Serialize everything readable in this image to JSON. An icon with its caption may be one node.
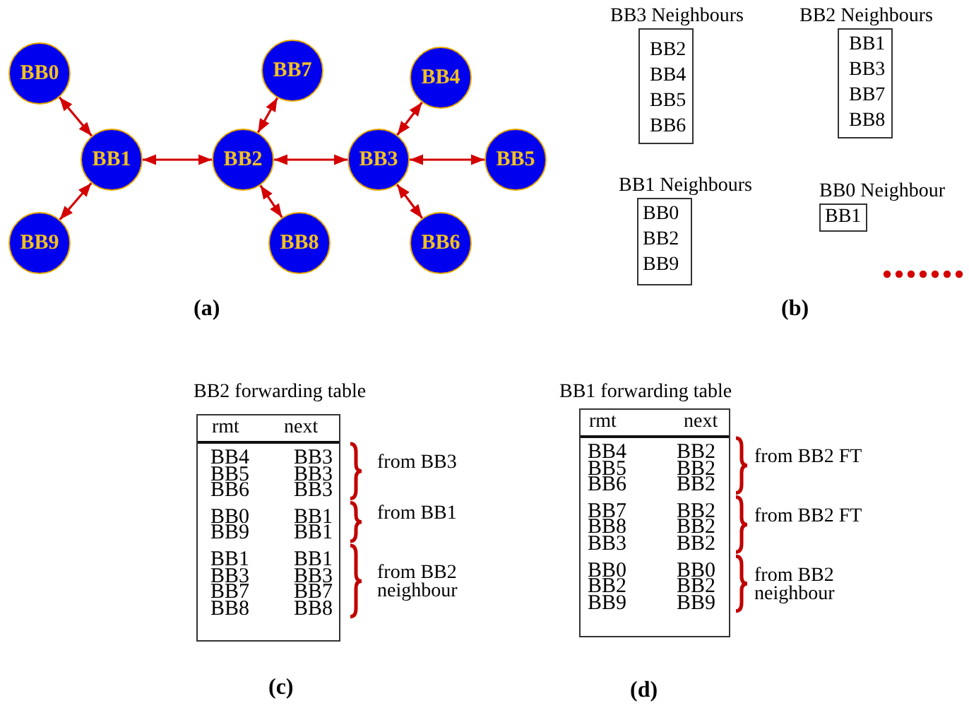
{
  "diagram": {
    "nodes": [
      {
        "text": [
          "BB0"
        ]
      },
      {
        "text": [
          "BB7"
        ]
      },
      {
        "text": [
          "BB4"
        ]
      },
      {
        "text": [
          "BB1"
        ]
      },
      {
        "text": [
          "BB2"
        ]
      },
      {
        "text": [
          "BB3"
        ]
      },
      {
        "text": [
          "BB5"
        ]
      },
      {
        "text": [
          "BB9"
        ]
      },
      {
        "text": [
          "BB8"
        ]
      },
      {
        "text": [
          "BB6"
        ]
      },
      {
        "text": [
          "BB3 Neighbours",
          "BB2",
          "BB4",
          "BB5",
          "BB6"
        ]
      },
      {
        "text": [
          "BB2 Neighbours",
          "BB1",
          "BB3",
          "BB7",
          "BB8"
        ]
      },
      {
        "text": [
          "BB1 Neighbours",
          "BB0",
          "BB2",
          "BB9"
        ]
      },
      {
        "text": [
          "BB0 Neighbour",
          "BB1"
        ]
      }
    ],
    "edges": [
      {
        "from": 0,
        "to": 3,
        "arrow": "both"
      },
      {
        "from": 3,
        "to": 7,
        "arrow": "both"
      },
      {
        "from": 3,
        "to": 4,
        "arrow": "both"
      },
      {
        "from": 4,
        "to": 1,
        "arrow": "both"
      },
      {
        "from": 4,
        "to": 8,
        "arrow": "both"
      },
      {
        "from": 4,
        "to": 5,
        "arrow": "both"
      },
      {
        "from": 5,
        "to": 2,
        "arrow": "both"
      },
      {
        "from": 5,
        "to": 6,
        "arrow": "both"
      },
      {
        "from": 5,
        "to": 9,
        "arrow": "both"
      }
    ],
    "labels": [
      "(a)",
      "(b)",
      "BB2 forwarding table",
      "rmt",
      "next",
      "BB4",
      "BB3",
      "BB5",
      "BB3",
      "BB6",
      "BB3",
      "BB0",
      "BB1",
      "BB9",
      "BB1",
      "BB1",
      "BB1",
      "BB3",
      "BB3",
      "BB7",
      "BB7",
      "BB8",
      "BB8",
      "from BB3",
      "from BB1",
      "from BB2 neighbour",
      "(c)",
      "BB1 forwarding table",
      "rmt",
      "next",
      "BB4",
      "BB2",
      "BB5",
      "BB2",
      "BB6",
      "BB2",
      "BB7",
      "BB2",
      "BB8",
      "BB2",
      "BB3",
      "BB2",
      "BB0",
      "BB0",
      "BB2",
      "BB2",
      "BB9",
      "BB9",
      "from BB2 FT",
      "from BB2 FT",
      "from BB2 neighbour",
      "(d)"
    ]
  }
}
